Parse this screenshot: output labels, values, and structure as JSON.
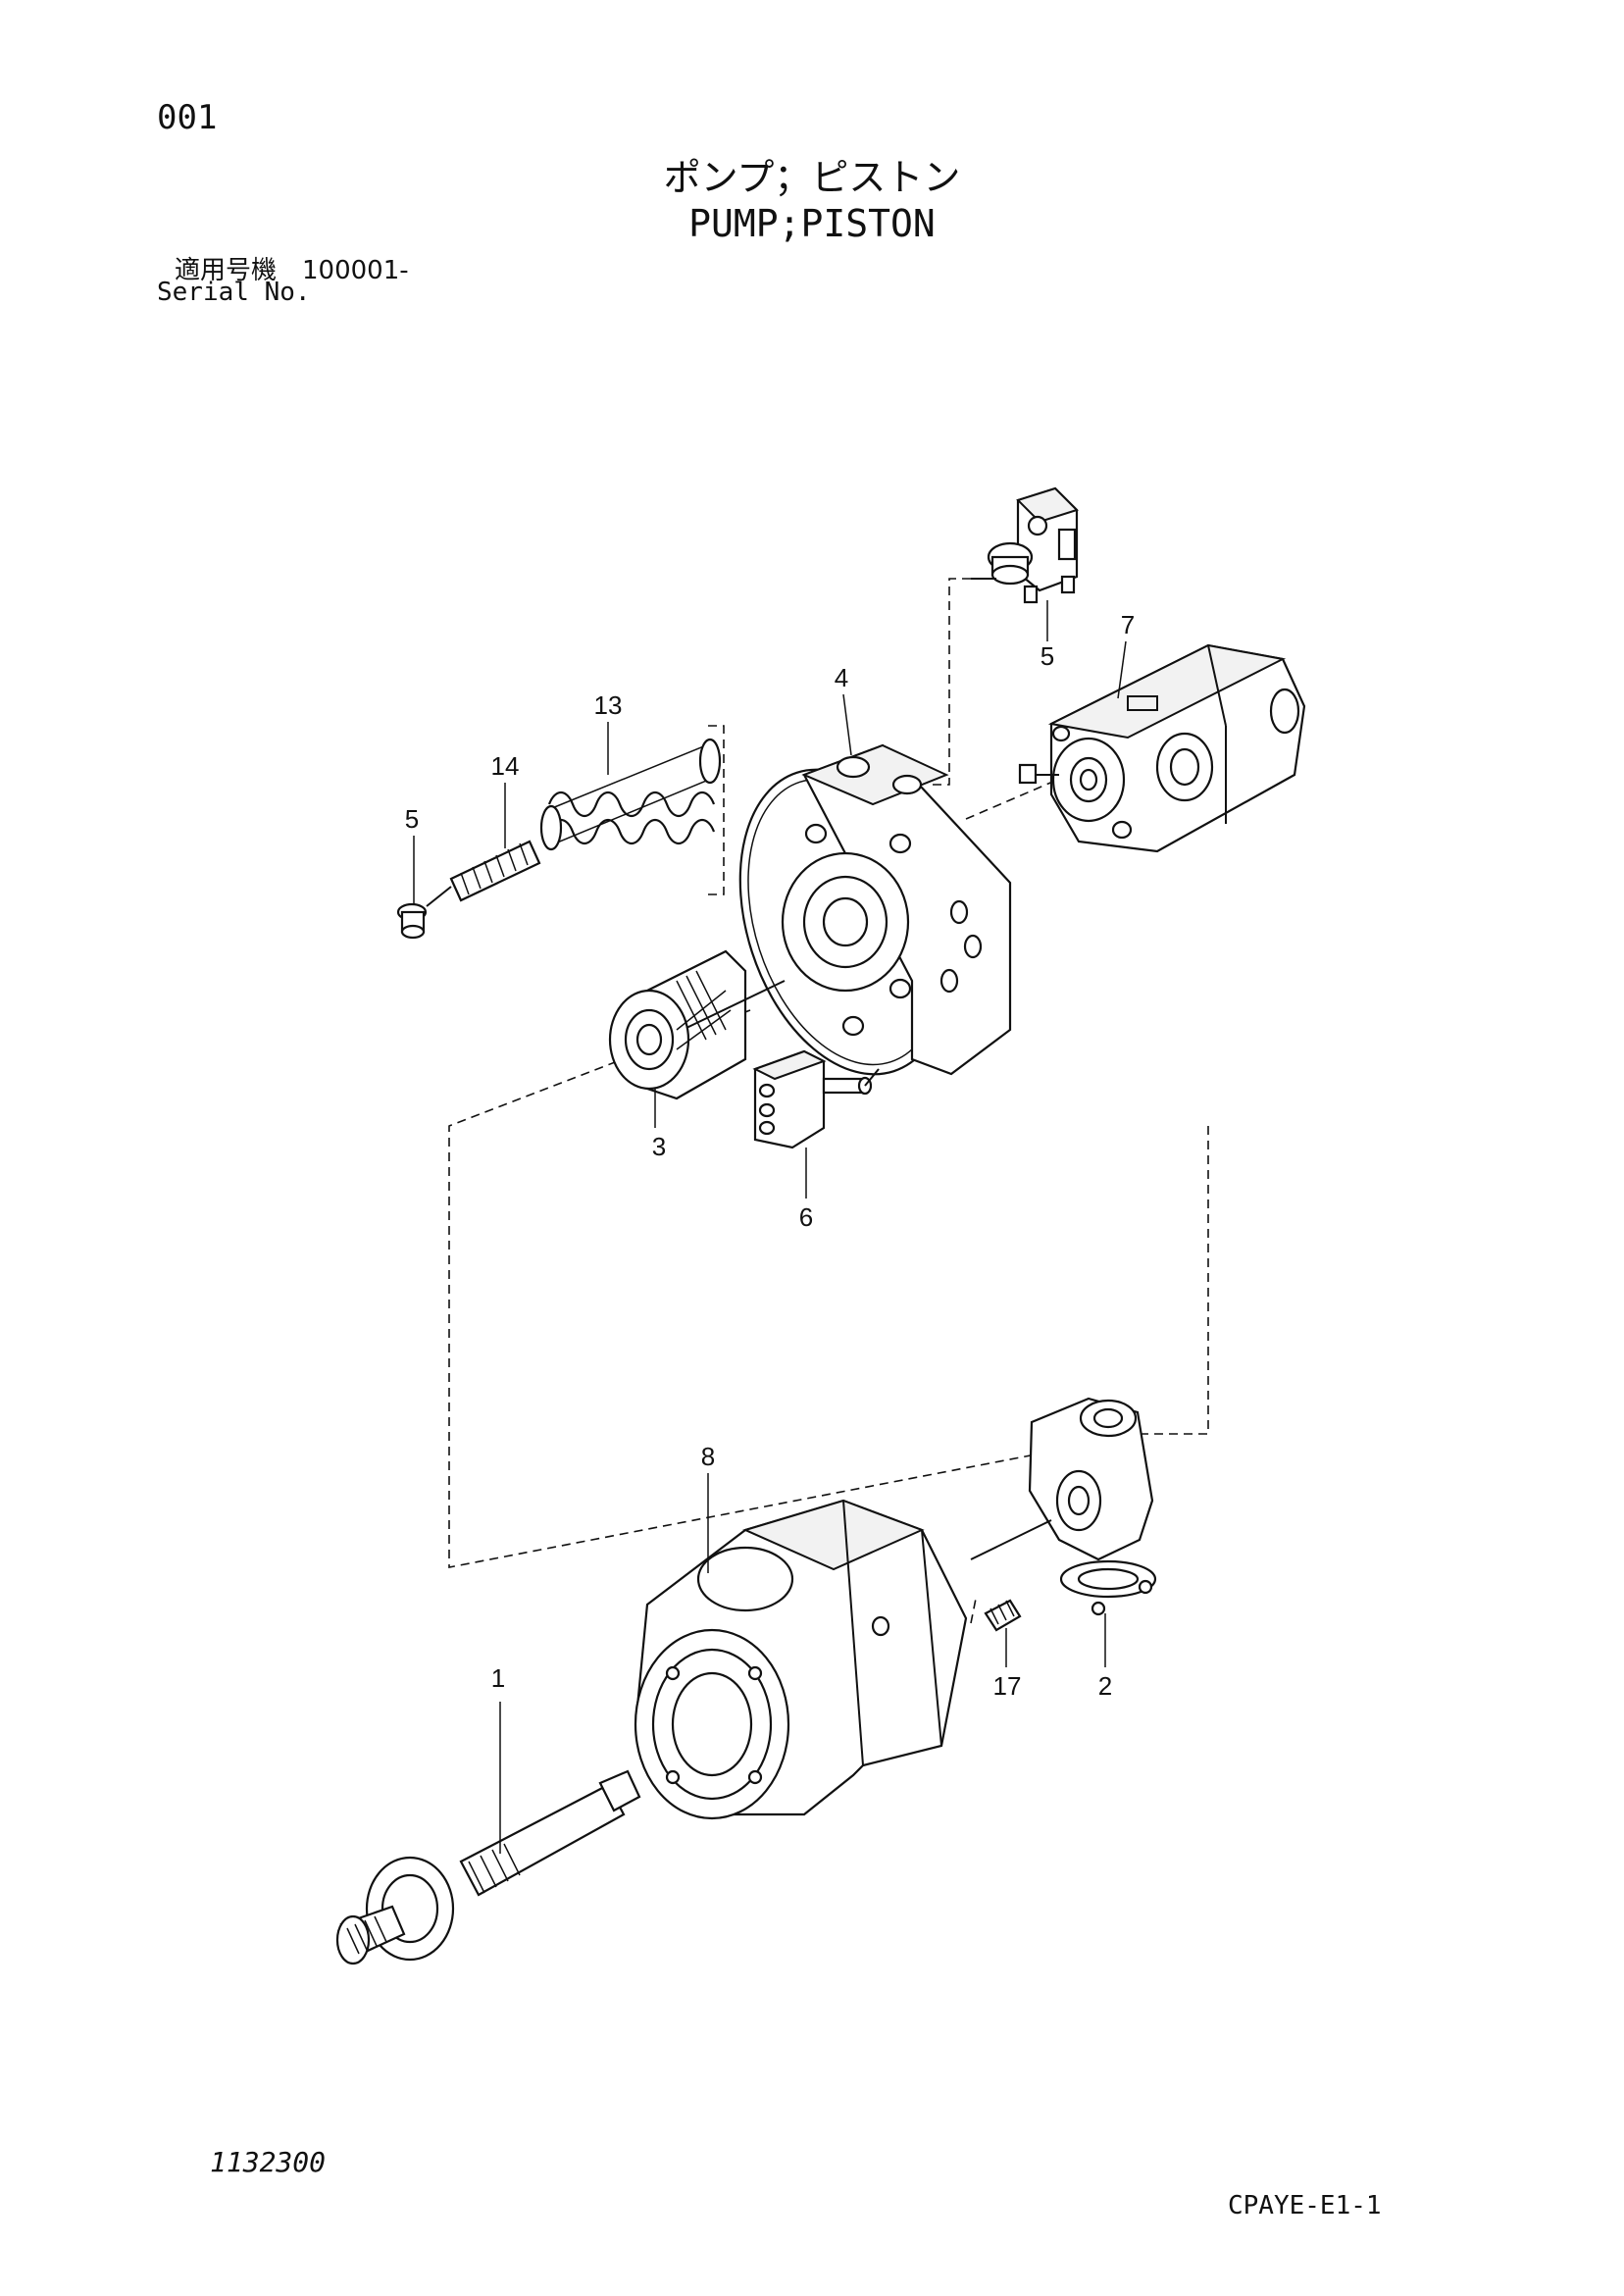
{
  "header": {
    "page_number": "001",
    "title_jp": "ポンプ；ピストン",
    "title_en": "PUMP;PISTON",
    "serial_label_jp": "適用号機　100001-",
    "serial_label_en": "Serial No."
  },
  "footer": {
    "drawing_number": "1132300",
    "sheet_code": "CPAYE-E1-1"
  },
  "callouts": {
    "c1": "1",
    "c2": "2",
    "c3": "3",
    "c4": "4",
    "c5_top": "5",
    "c5_left": "5",
    "c6": "6",
    "c7": "7",
    "c8": "8",
    "c13": "13",
    "c14": "14",
    "c17": "17"
  }
}
